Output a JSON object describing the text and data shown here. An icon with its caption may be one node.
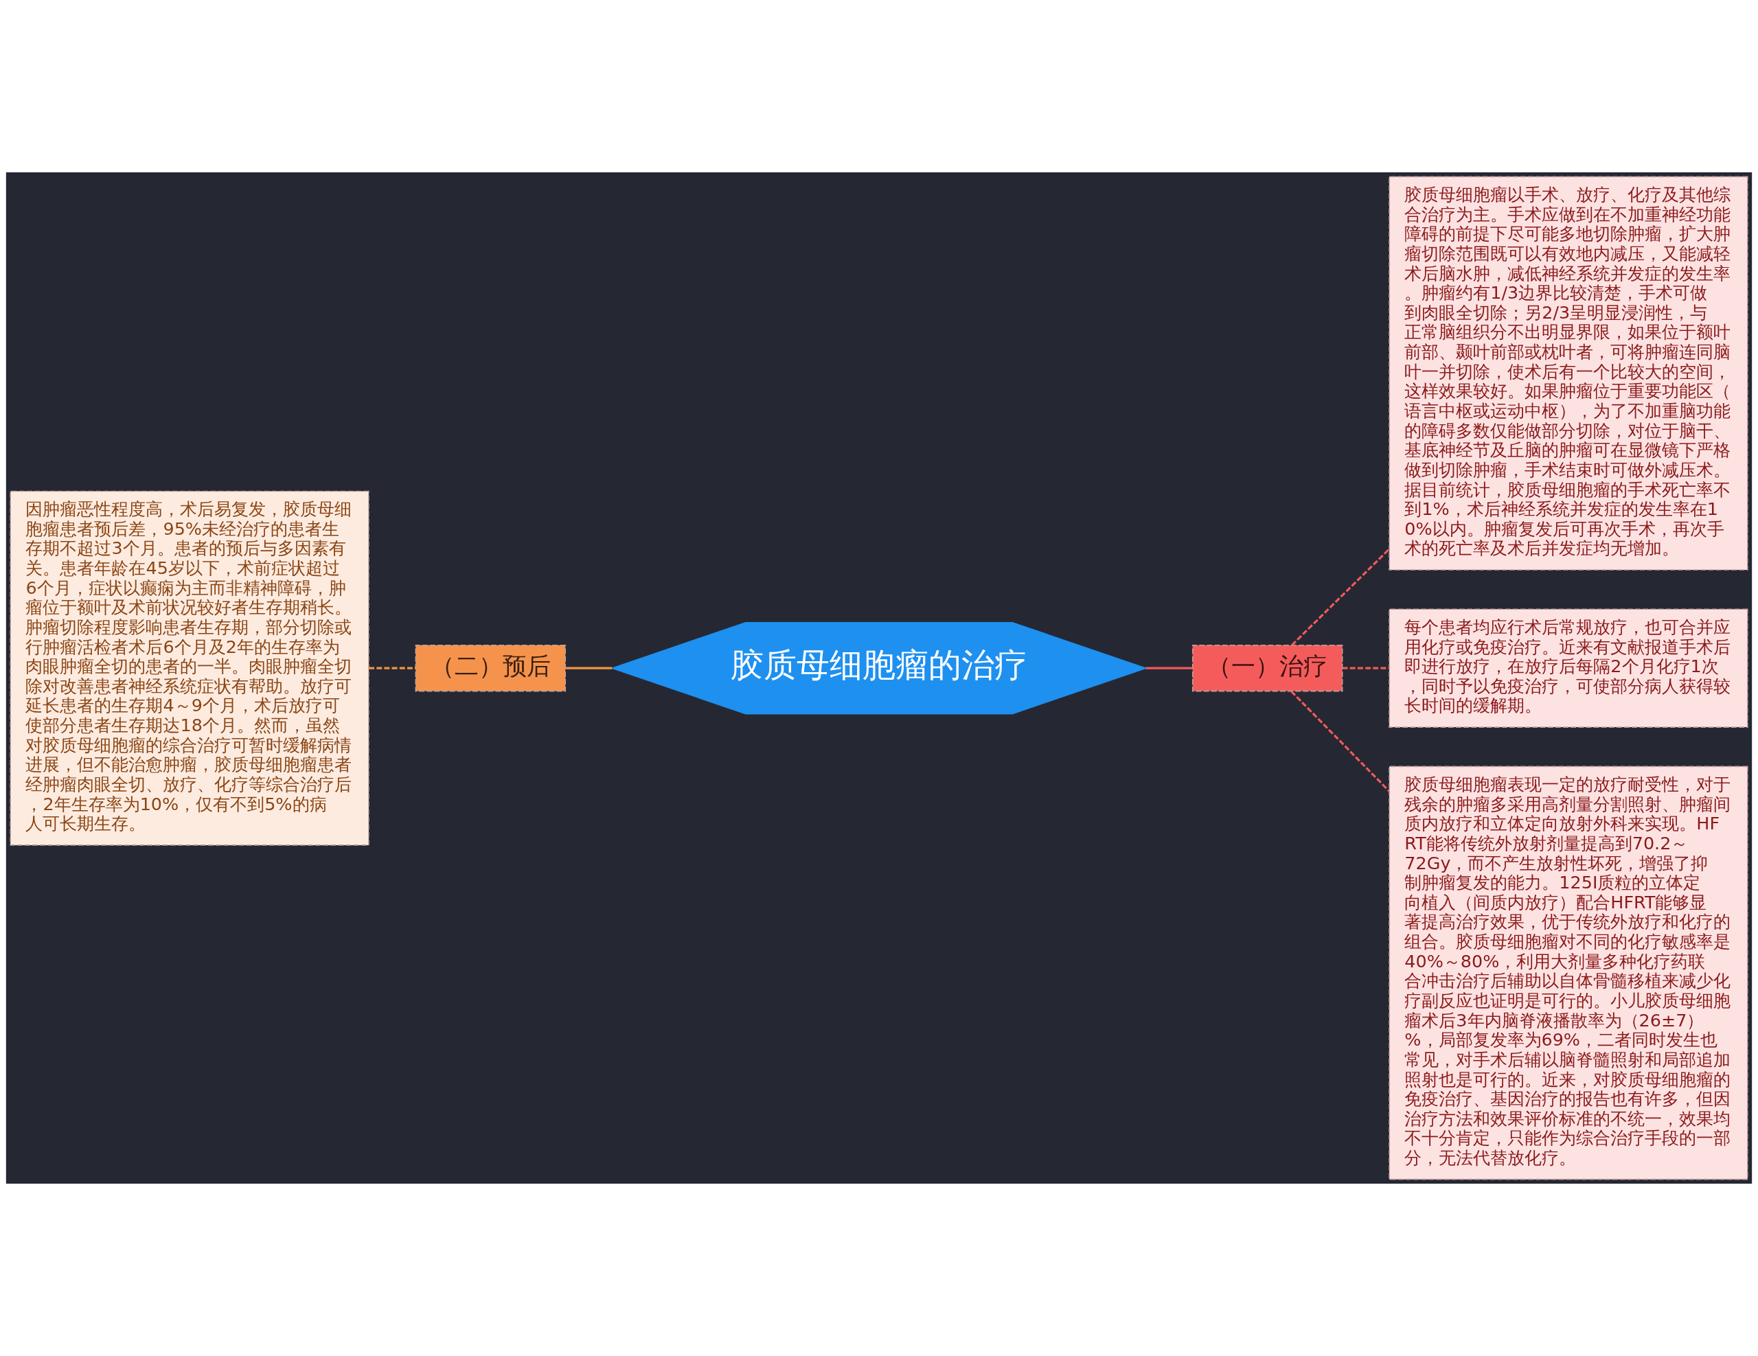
{
  "diagram": {
    "nodes": [
      {
        "text": [
          "胶质母细胞瘤的治疗"
        ]
      },
      {
        "text": [
          "（一）治疗"
        ]
      },
      {
        "text": [
          "（二）预后"
        ]
      },
      {
        "text": [
          "胶质母细胞瘤以手术、放疗、化疗及其他综合治疗为主。手术应做到在不加重神经功能障碍的前提下尽可能多地切除肿瘤，扩大肿瘤切除范围既可以有效地内减压，又能减轻术后脑水肿，减低神经系统并发症的发生率。肿瘤约有1/3边界比较清楚，手术可做到肉眼全切除；另2/3呈明显浸润性，与正常脑组织分不出明显界限，如果位于额叶前部、颞叶前部或枕叶者，可将肿瘤连同脑叶一并切除，使术后有一个比较大的空间，这样效果较好。如果肿瘤位于重要功能区（语言中枢或运动中枢），为了不加重脑功能的障碍多数仅能做部分切除，对位于脑干、基底神经节及丘脑的肿瘤可在显微镜下严格做到切除肿瘤，手术结束时可做外减压术。据目前统计，胶质母细胞瘤的手术死亡率不到1%，术后神经系统并发症的发生率在10%以内。肿瘤复发后可再次手术，再次手术的死亡率及术后并发症均无增加。"
        ]
      },
      {
        "text": [
          "每个患者均应行术后常规放疗，也可合并应用化疗或免疫治疗。近来有文献报道手术后即进行放疗，在放疗后每隔2个月化疗1次，同时予以免疫治疗，可使部分病人获得较长时间的缓解期。"
        ]
      },
      {
        "text": [
          "胶质母细胞瘤表现一定的放疗耐受性，对于残余的肿瘤多采用高剂量分割照射、肿瘤间质内放疗和立体定向放射外科来实现。HFRT能将传统外放射剂量提高到70.2～72Gy，而不产生放射性坏死，增强了抑制肿瘤复发的能力。125I质粒的立体定向植入（间质内放疗）配合HFRT能够显著提高治疗效果，优于传统外放疗和化疗的组合。胶质母细胞瘤对不同的化疗敏感率是40%～80%，利用大剂量多种化疗药联合冲击治疗后辅助以自体骨髓移植来减少化疗副反应也证明是可行的。小儿胶质母细胞瘤术后3年内脑脊液播散率为（26±7）%，局部复发率为69%，二者同时发生也常见，对手术后辅以脑脊髓照射和局部追加照射也是可行的。近来，对胶质母细胞瘤的免疫治疗、基因治疗的报告也有许多，但因治疗方法和效果评价标准的不统一，效果均不十分肯定，只能作为综合治疗手段的一部分，无法代替放化疗。"
        ]
      },
      {
        "text": [
          "因肿瘤恶性程度高，术后易复发，胶质母细胞瘤患者预后差，95%未经治疗的患者生存期不超过3个月。患者的预后与多因素有关。患者年龄在45岁以下，术前症状超过6个月，症状以癫痫为主而非精神障碍，肿瘤位于额叶及术前状况较好者生存期稍长。肿瘤切除程度影响患者生存期，部分切除或行肿瘤活检者术后6个月及2年的生存率为肉眼肿瘤全切的患者的一半。肉眼肿瘤全切除对改善患者神经系统症状有帮助。放疗可延长患者的生存期4～9个月，术后放疗可使部分患者生存期达18个月。然而，虽然对胶质母细胞瘤的综合治疗可暂时缓解病情进展，但不能治愈肿瘤，胶质母细胞瘤患者经肿瘤肉眼全切、放疗、化疗等综合治疗后，2年生存率为10%，仅有不到5%的病人可长期生存。"
        ]
      }
    ],
    "edges": [
      {
        "from": 0,
        "to": 1,
        "arrow": "none",
        "color": "#f25a5a"
      },
      {
        "from": 1,
        "to": 3,
        "arrow": "none",
        "style": "dashed",
        "color": "#f25a5a"
      },
      {
        "from": 1,
        "to": 4,
        "arrow": "none",
        "style": "dashed",
        "color": "#f25a5a"
      },
      {
        "from": 1,
        "to": 5,
        "arrow": "none",
        "style": "dashed",
        "color": "#f25a5a"
      },
      {
        "from": 0,
        "to": 2,
        "arrow": "none",
        "color": "#f39440"
      },
      {
        "from": 2,
        "to": 6,
        "arrow": "none",
        "style": "dashed",
        "color": "#f39440"
      }
    ]
  }
}
